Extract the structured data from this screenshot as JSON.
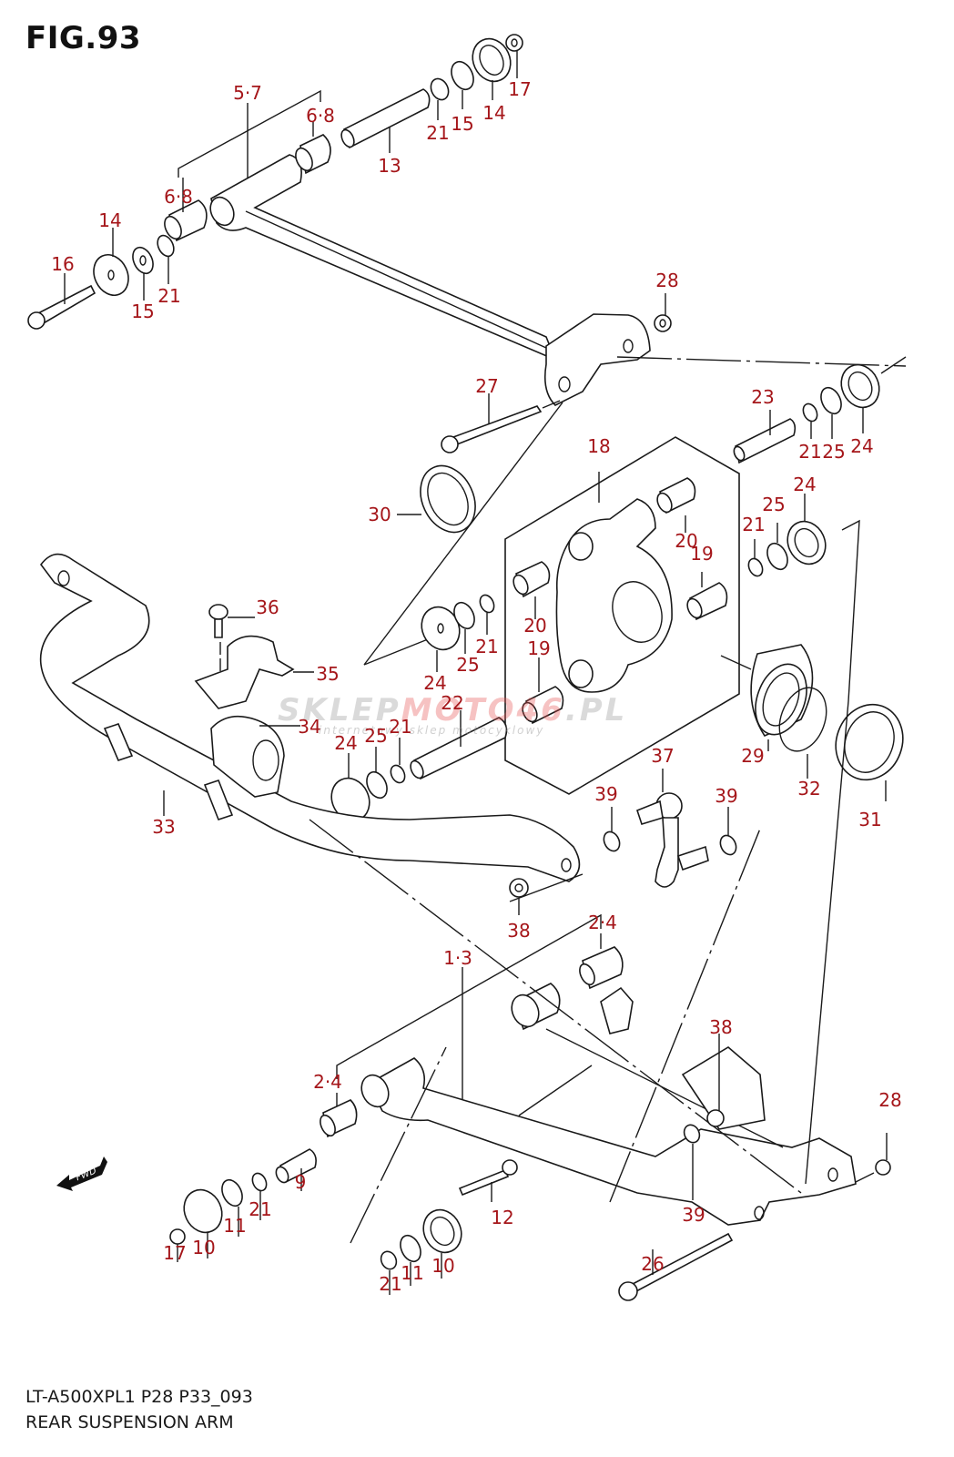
{
  "figure": {
    "title": "FIG.93",
    "model_code": "LT-A500XPL1 P28 P33_093",
    "caption": "REAR SUSPENSION ARM"
  },
  "watermark": {
    "brand_gray": "SKLEP",
    "brand_red": "MOTO46",
    "brand_suffix": ".PL",
    "tagline": "internetowy sklep motocyklowy"
  },
  "fwd_arrow": {
    "label": "FWD",
    "icon": "forward-direction-arrow-icon"
  },
  "colors": {
    "callout": "#a5161a",
    "lines": "#1a1a1a",
    "background": "#ffffff"
  },
  "callouts": [
    {
      "id": "c-5-7",
      "label": "5·7",
      "part": "rear axle housing"
    },
    {
      "id": "c-6-8-top",
      "label": "6·8",
      "part": "bushing"
    },
    {
      "id": "c-6-8-left",
      "label": "6·8",
      "part": "bushing"
    },
    {
      "id": "c-13",
      "label": "13",
      "part": "spacer pipe"
    },
    {
      "id": "c-21-a",
      "label": "21",
      "part": "seal"
    },
    {
      "id": "c-15-a",
      "label": "15",
      "part": "washer"
    },
    {
      "id": "c-14-a",
      "label": "14",
      "part": "cap"
    },
    {
      "id": "c-17-a",
      "label": "17",
      "part": "nut"
    },
    {
      "id": "c-14-b",
      "label": "14",
      "part": "cap"
    },
    {
      "id": "c-16",
      "label": "16",
      "part": "bolt"
    },
    {
      "id": "c-15-b",
      "label": "15",
      "part": "washer"
    },
    {
      "id": "c-21-b",
      "label": "21",
      "part": "seal"
    },
    {
      "id": "c-28-a",
      "label": "28",
      "part": "nut"
    },
    {
      "id": "c-27",
      "label": "27",
      "part": "bolt"
    },
    {
      "id": "c-23",
      "label": "23",
      "part": "spacer"
    },
    {
      "id": "c-21-c",
      "label": "21",
      "part": "seal"
    },
    {
      "id": "c-25-a",
      "label": "25",
      "part": "washer"
    },
    {
      "id": "c-24-a",
      "label": "24",
      "part": "cap"
    },
    {
      "id": "c-18",
      "label": "18",
      "part": "knuckle"
    },
    {
      "id": "c-30",
      "label": "30",
      "part": "oil seal"
    },
    {
      "id": "c-20-a",
      "label": "20",
      "part": "bushing"
    },
    {
      "id": "c-19-a",
      "label": "19",
      "part": "bushing"
    },
    {
      "id": "c-21-d",
      "label": "21",
      "part": "seal"
    },
    {
      "id": "c-25-b",
      "label": "25",
      "part": "washer"
    },
    {
      "id": "c-24-b",
      "label": "24",
      "part": "cap"
    },
    {
      "id": "c-36",
      "label": "36",
      "part": "bolt"
    },
    {
      "id": "c-35",
      "label": "35",
      "part": "bracket"
    },
    {
      "id": "c-20-b",
      "label": "20",
      "part": "bushing"
    },
    {
      "id": "c-21-e",
      "label": "21",
      "part": "seal"
    },
    {
      "id": "c-24-c",
      "label": "24",
      "part": "cap"
    },
    {
      "id": "c-25-c",
      "label": "25",
      "part": "washer"
    },
    {
      "id": "c-19-b",
      "label": "19",
      "part": "bushing"
    },
    {
      "id": "c-22",
      "label": "22",
      "part": "spacer"
    },
    {
      "id": "c-34",
      "label": "34",
      "part": "stabilizer bushing"
    },
    {
      "id": "c-21-f",
      "label": "21",
      "part": "seal"
    },
    {
      "id": "c-25-d",
      "label": "25",
      "part": "washer"
    },
    {
      "id": "c-24-d",
      "label": "24",
      "part": "cap"
    },
    {
      "id": "c-29",
      "label": "29",
      "part": "bearing"
    },
    {
      "id": "c-32",
      "label": "32",
      "part": "circlip"
    },
    {
      "id": "c-31",
      "label": "31",
      "part": "seal"
    },
    {
      "id": "c-33",
      "label": "33",
      "part": "stabilizer bar"
    },
    {
      "id": "c-37",
      "label": "37",
      "part": "stabilizer link"
    },
    {
      "id": "c-39-a",
      "label": "39",
      "part": "washer"
    },
    {
      "id": "c-39-b",
      "label": "39",
      "part": "washer"
    },
    {
      "id": "c-38-a",
      "label": "38",
      "part": "nut"
    },
    {
      "id": "c-2-4-a",
      "label": "2·4",
      "part": "bushing"
    },
    {
      "id": "c-1-3",
      "label": "1·3",
      "part": "suspension arm"
    },
    {
      "id": "c-38-b",
      "label": "38",
      "part": "nut"
    },
    {
      "id": "c-2-4-b",
      "label": "2·4",
      "part": "bushing"
    },
    {
      "id": "c-28-b",
      "label": "28",
      "part": "nut"
    },
    {
      "id": "c-9",
      "label": "9",
      "part": "spacer"
    },
    {
      "id": "c-21-g",
      "label": "21",
      "part": "seal"
    },
    {
      "id": "c-11-a",
      "label": "11",
      "part": "washer"
    },
    {
      "id": "c-10-a",
      "label": "10",
      "part": "cap"
    },
    {
      "id": "c-17-b",
      "label": "17",
      "part": "nut"
    },
    {
      "id": "c-12",
      "label": "12",
      "part": "bolt"
    },
    {
      "id": "c-39-c",
      "label": "39",
      "part": "washer"
    },
    {
      "id": "c-26",
      "label": "26",
      "part": "bolt"
    },
    {
      "id": "c-21-h",
      "label": "21",
      "part": "seal"
    },
    {
      "id": "c-11-b",
      "label": "11",
      "part": "washer"
    },
    {
      "id": "c-10-b",
      "label": "10",
      "part": "cap"
    }
  ]
}
